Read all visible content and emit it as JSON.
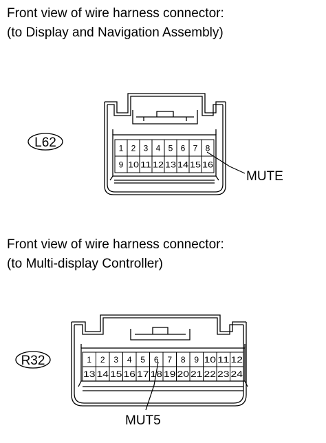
{
  "connector1": {
    "caption_line1": "Front view of wire harness connector:",
    "caption_line2": "(to Display and Navigation Assembly)",
    "code": "L62",
    "row1": [
      "1",
      "2",
      "3",
      "4",
      "5",
      "6",
      "7",
      "8"
    ],
    "row2": [
      "9",
      "10",
      "11",
      "12",
      "13",
      "14",
      "15",
      "16"
    ],
    "signal_label": "MUTE",
    "signal_pin": "8"
  },
  "connector2": {
    "caption_line1": "Front view of wire harness connector:",
    "caption_line2": "(to Multi-display Controller)",
    "code": "R32",
    "row1": [
      "1",
      "2",
      "3",
      "4",
      "5",
      "6",
      "7",
      "8",
      "9",
      "10",
      "11",
      "12"
    ],
    "row2": [
      "13",
      "14",
      "15",
      "16",
      "17",
      "18",
      "19",
      "20",
      "21",
      "22",
      "23",
      "24"
    ],
    "signal_label": "MUT5",
    "signal_pin": "6"
  }
}
